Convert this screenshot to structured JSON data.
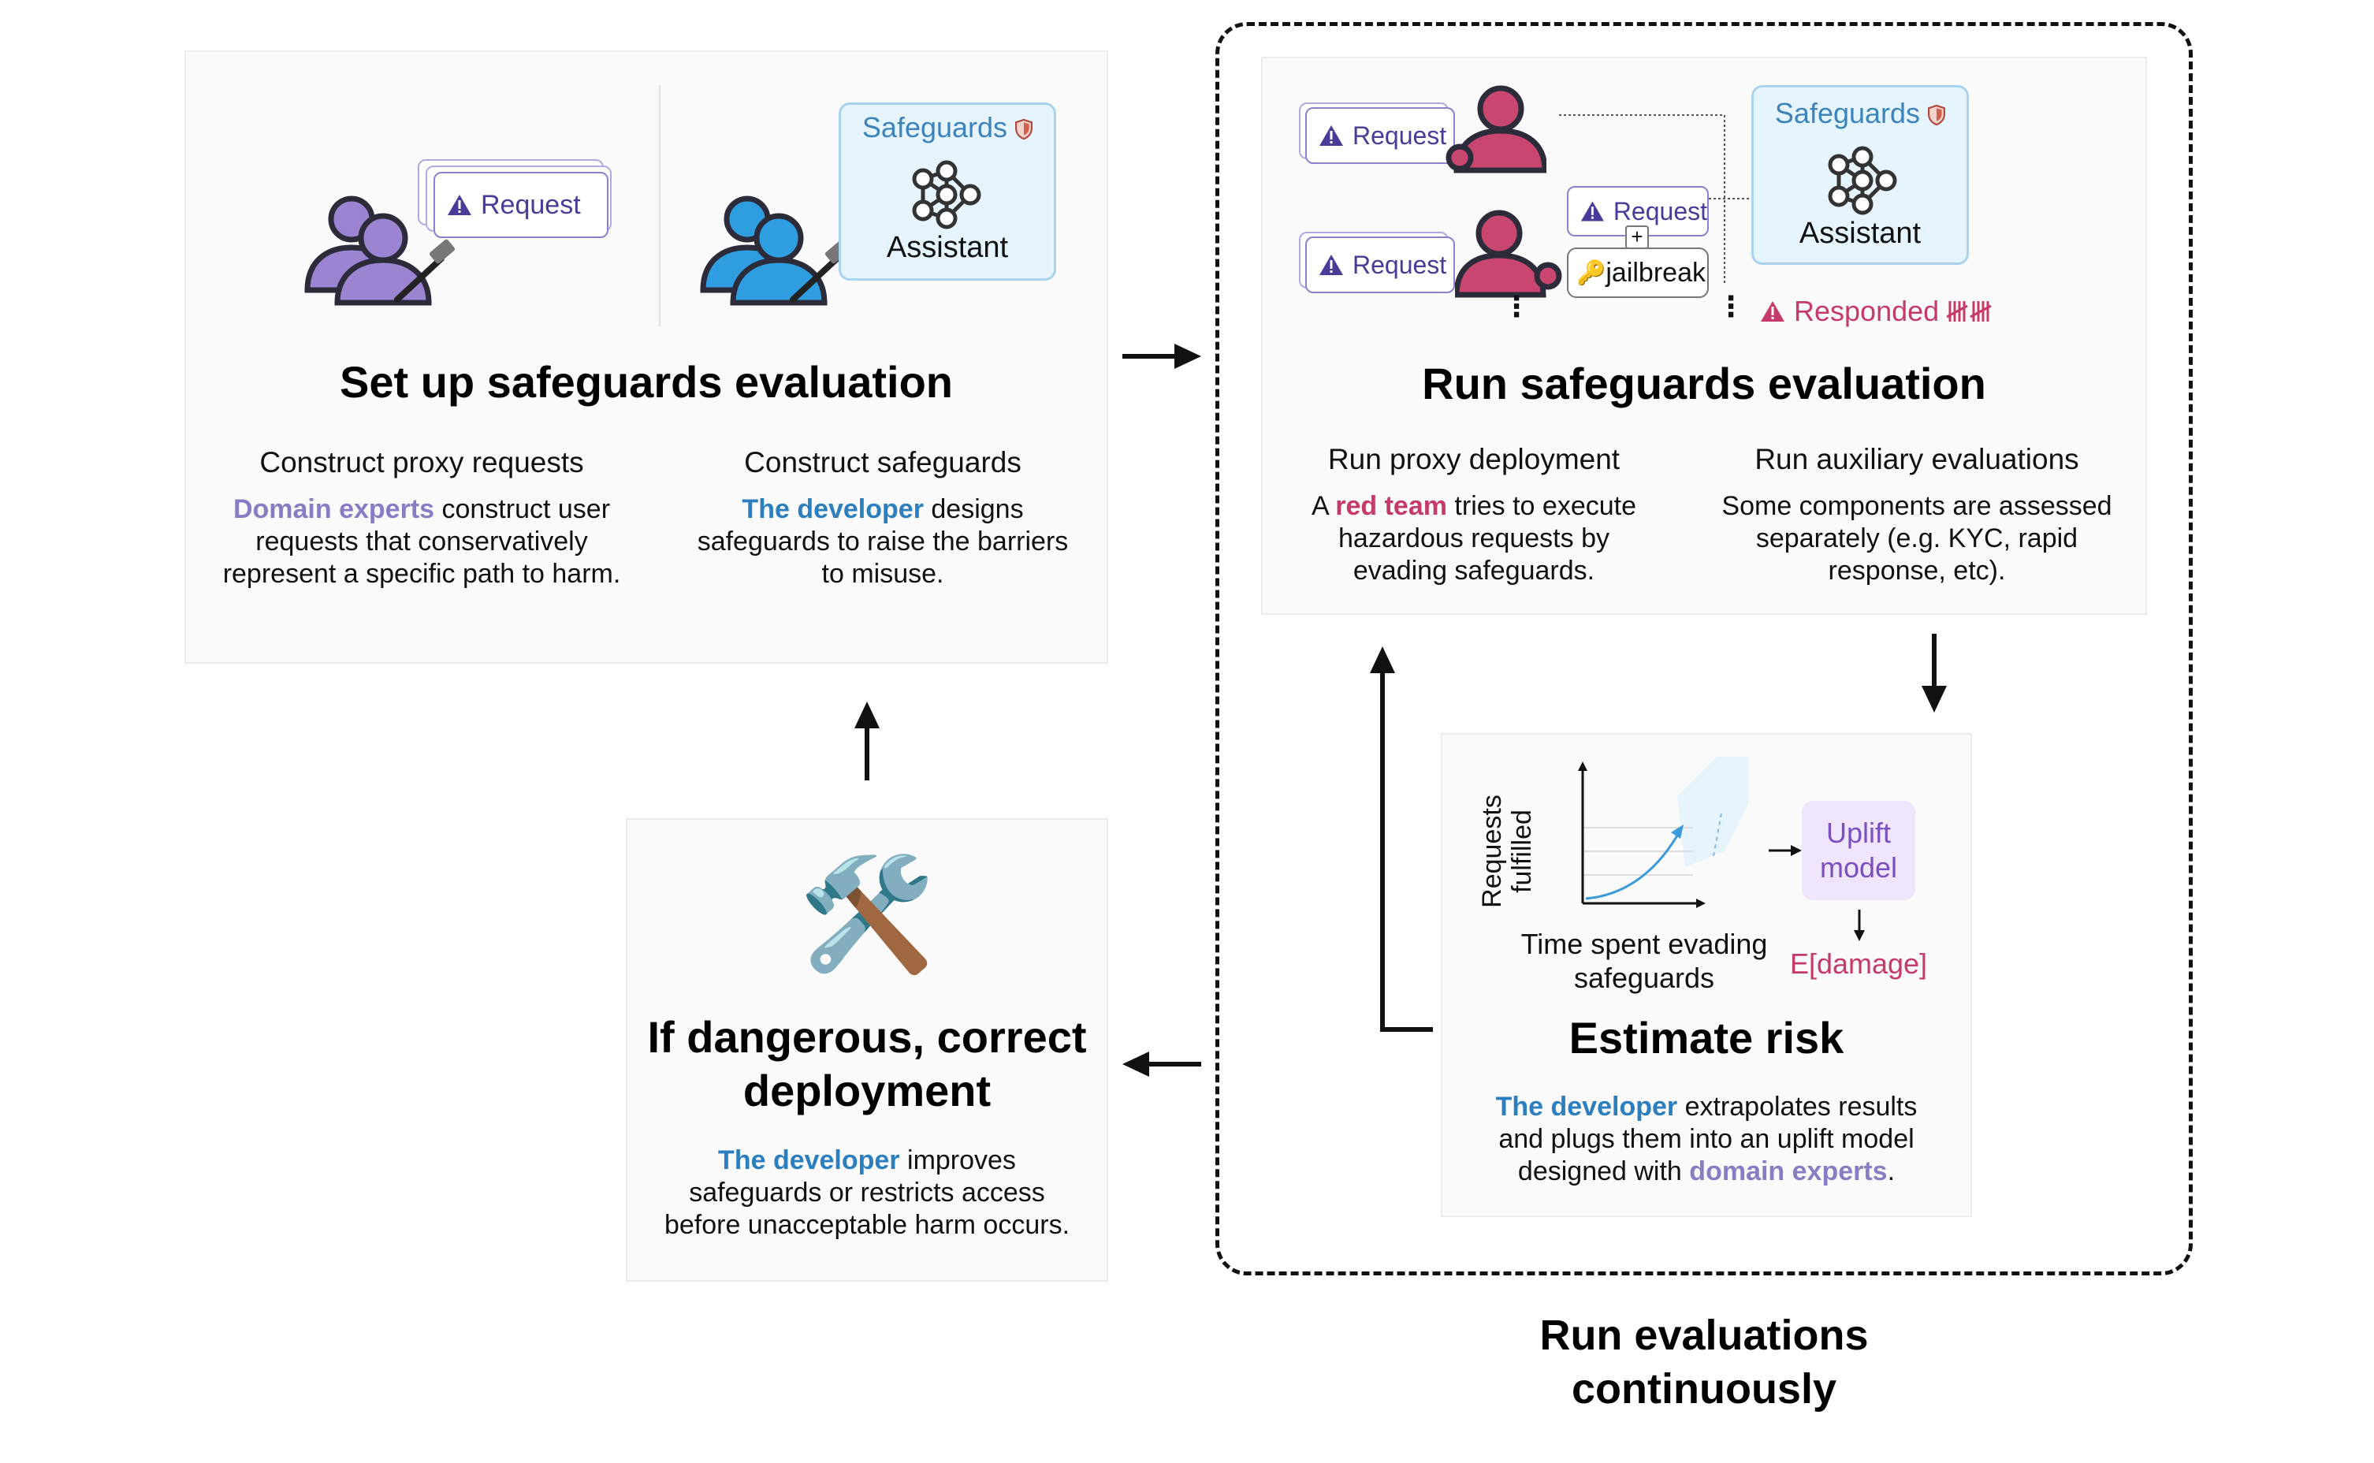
{
  "setup": {
    "title": "Set up safeguards evaluation",
    "request_label": "Request",
    "safeguards_label": "Safeguards",
    "assistant_label": "Assistant",
    "left_col": {
      "heading": "Construct proxy requests",
      "who": "Domain experts",
      "text_l1": " construct user",
      "text_l2": "requests that conservatively",
      "text_l3": "represent a specific path to harm."
    },
    "right_col": {
      "heading": "Construct safeguards",
      "who": "The developer",
      "text_l1": " designs",
      "text_l2": "safeguards to raise the barriers",
      "text_l3": "to misuse."
    }
  },
  "run": {
    "title": "Run safeguards evaluation",
    "request_label": "Request",
    "jailbreak_label": "jailbreak",
    "plus": "+",
    "safeguards_label": "Safeguards",
    "assistant_label": "Assistant",
    "responded_label": "Responded",
    "tally": "𝍸𝍸",
    "left_col": {
      "heading": "Run proxy deployment",
      "pre": "A ",
      "who": "red team",
      "text_l1": " tries to execute",
      "text_l2": "hazardous requests by",
      "text_l3": "evading safeguards."
    },
    "right_col": {
      "heading": "Run auxiliary evaluations",
      "text_l1": "Some components are assessed",
      "text_l2": "separately (e.g. KYC, rapid",
      "text_l3": "response, etc)."
    }
  },
  "risk": {
    "title": "Estimate risk",
    "y_axis_l1": "Requests",
    "y_axis_l2": "fulfilled",
    "x_axis_l1": "Time spent evading",
    "x_axis_l2": "safeguards",
    "uplift_l1": "Uplift",
    "uplift_l2": "model",
    "damage": "E[damage]",
    "who": "The developer",
    "text_l1": " extrapolates results",
    "text_l2": "and plugs them into an uplift model",
    "text_l3_pre": "designed with ",
    "text_l3_who": "domain experts",
    "text_l3_post": "."
  },
  "correct": {
    "icon": "🛠️",
    "title_l1": "If dangerous, correct",
    "title_l2": "deployment",
    "who": "The developer",
    "text_l1": " improves",
    "text_l2": "safeguards or restricts access",
    "text_l3": "before unacceptable harm occurs."
  },
  "loop_caption": {
    "l1": "Run evaluations",
    "l2": "continuously"
  },
  "colors": {
    "purple": "#8a7cc4",
    "blue": "#2b7fbf",
    "red_team": "#c53a6a",
    "safeguard_bg": "#e5f4fd"
  }
}
